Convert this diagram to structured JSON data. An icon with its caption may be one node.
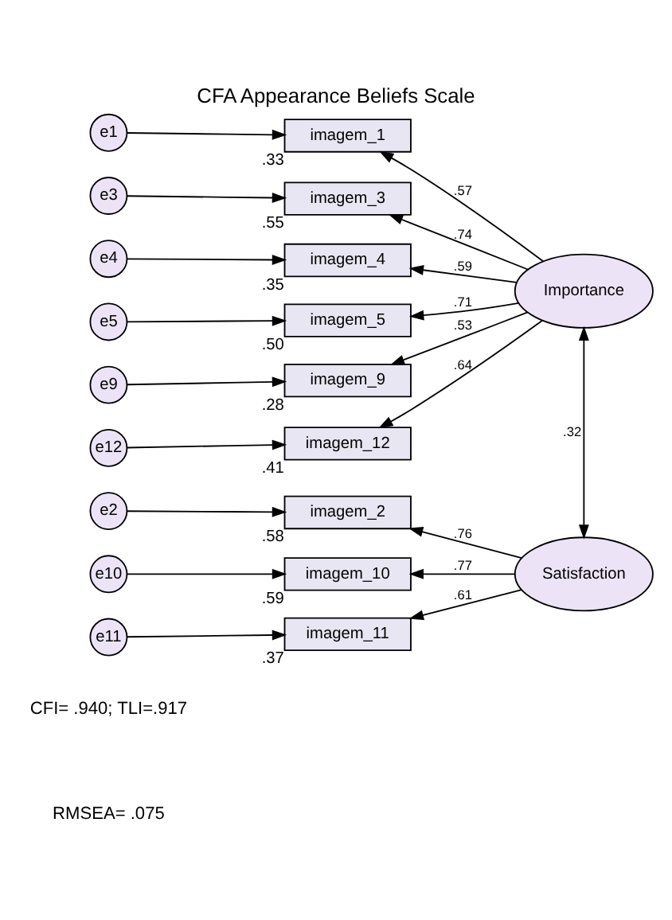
{
  "diagram": {
    "title": "CFA Appearance Beliefs Scale",
    "nodes": [
      {
        "text": [
          "e1"
        ]
      },
      {
        "text": [
          "imagem_1"
        ],
        "beside": [
          ".33"
        ]
      },
      {
        "text": [
          "e3"
        ]
      },
      {
        "text": [
          "imagem_3"
        ],
        "beside": [
          ".55"
        ]
      },
      {
        "text": [
          "e4"
        ]
      },
      {
        "text": [
          "imagem_4"
        ],
        "beside": [
          ".35"
        ]
      },
      {
        "text": [
          "e5"
        ]
      },
      {
        "text": [
          "imagem_5"
        ],
        "beside": [
          ".50"
        ]
      },
      {
        "text": [
          "e9"
        ]
      },
      {
        "text": [
          "imagem_9"
        ],
        "beside": [
          ".28"
        ]
      },
      {
        "text": [
          "e12"
        ]
      },
      {
        "text": [
          "imagem_12"
        ],
        "beside": [
          ".41"
        ]
      },
      {
        "text": [
          "Importance"
        ]
      },
      {
        "text": [
          "e2"
        ]
      },
      {
        "text": [
          "imagem_2"
        ],
        "beside": [
          ".58"
        ]
      },
      {
        "text": [
          "e10"
        ]
      },
      {
        "text": [
          "imagem_10"
        ],
        "beside": [
          ".59"
        ]
      },
      {
        "text": [
          "e11"
        ]
      },
      {
        "text": [
          "imagem_11"
        ],
        "beside": [
          ".37"
        ]
      },
      {
        "text": [
          "Satisfaction"
        ]
      }
    ],
    "edges": [
      {
        "from": 0,
        "to": 1,
        "arrow": "to"
      },
      {
        "from": 2,
        "to": 3,
        "arrow": "to"
      },
      {
        "from": 4,
        "to": 5,
        "arrow": "to"
      },
      {
        "from": 6,
        "to": 7,
        "arrow": "to"
      },
      {
        "from": 8,
        "to": 9,
        "arrow": "to"
      },
      {
        "from": 10,
        "to": 11,
        "arrow": "to"
      },
      {
        "from": 12,
        "to": 1,
        "arrow": "to",
        "label": ".57"
      },
      {
        "from": 12,
        "to": 3,
        "arrow": "to",
        "label": ".74"
      },
      {
        "from": 12,
        "to": 5,
        "arrow": "to",
        "label": ".59"
      },
      {
        "from": 12,
        "to": 7,
        "arrow": "to",
        "label": ".71"
      },
      {
        "from": 12,
        "to": 9,
        "arrow": "to",
        "label": ".53"
      },
      {
        "from": 12,
        "to": 11,
        "arrow": "to",
        "label": ".64"
      },
      {
        "from": 13,
        "to": 14,
        "arrow": "to"
      },
      {
        "from": 15,
        "to": 16,
        "arrow": "to"
      },
      {
        "from": 17,
        "to": 18,
        "arrow": "to"
      },
      {
        "from": 19,
        "to": 14,
        "arrow": "to",
        "label": ".76"
      },
      {
        "from": 19,
        "to": 16,
        "arrow": "to",
        "label": ".77"
      },
      {
        "from": 19,
        "to": 18,
        "arrow": "to",
        "label": ".61"
      },
      {
        "from": 12,
        "to": 19,
        "arrow": "both",
        "label": ".32"
      }
    ],
    "labels": [
      "CFI= .940; TLI=.917",
      "RMSEA= .075"
    ]
  }
}
